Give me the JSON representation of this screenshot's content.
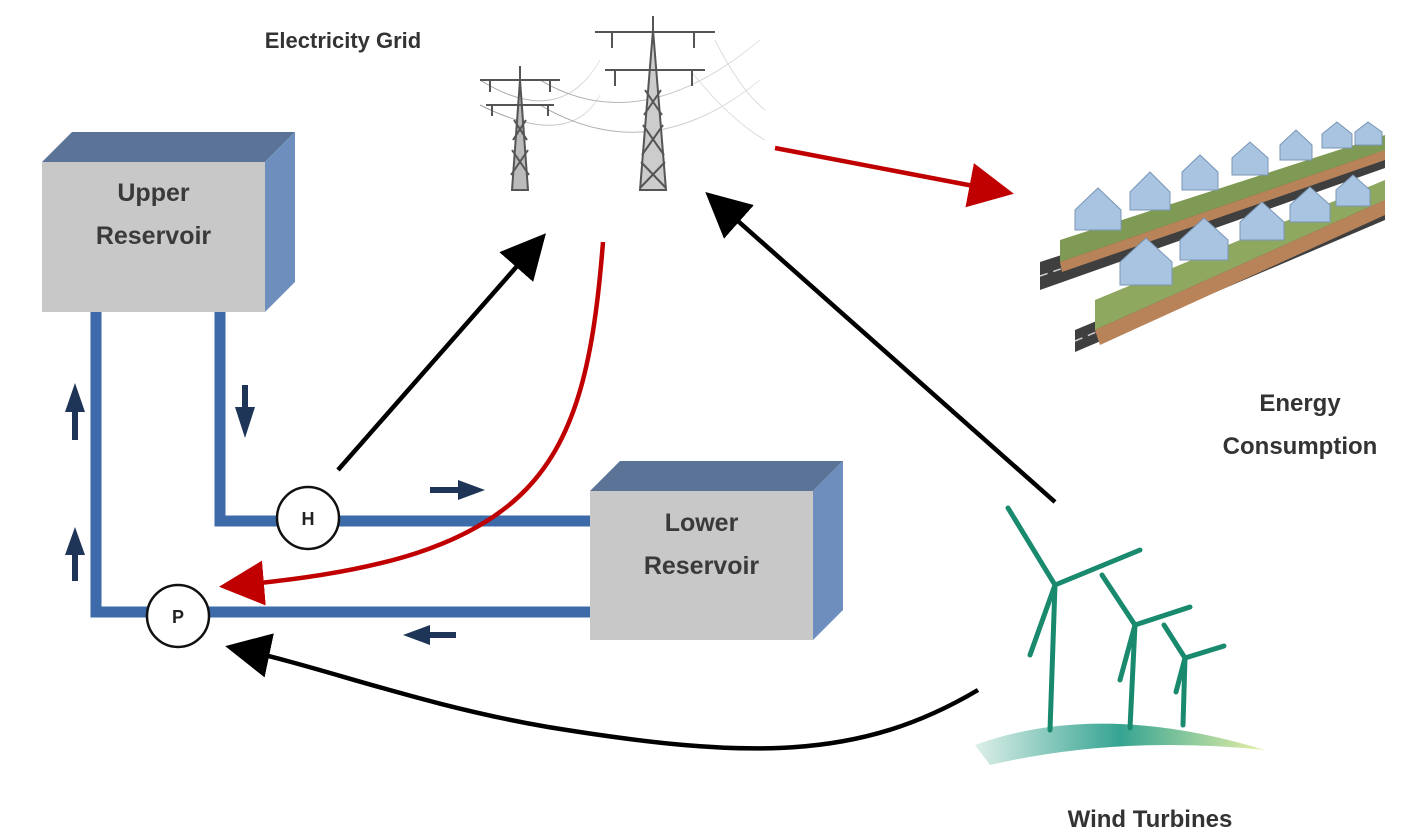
{
  "title": "Electricity Grid",
  "upper_reservoir": {
    "line1": "Upper",
    "line2": "Reservoir"
  },
  "lower_reservoir": {
    "line1": "Lower",
    "line2": "Reservoir"
  },
  "hydro_turbine": "H",
  "pump": "P",
  "energy_consumption": {
    "line1": "Energy",
    "line2": "Consumption"
  },
  "wind_turbines": "Wind Turbines",
  "colors": {
    "pipe": "#3d6aa8",
    "flow_arrow": "#1e3558",
    "generation_arrow": "#000000",
    "demand_arrow": "#c00000",
    "reservoir_front": "#c8c8c8",
    "reservoir_top": "#5b7396",
    "reservoir_side": "#6e8fbd",
    "turbine": "#1a8a6e"
  },
  "icons": [
    "transmission-tower-icon",
    "houses-icon",
    "wind-turbine-icon"
  ]
}
